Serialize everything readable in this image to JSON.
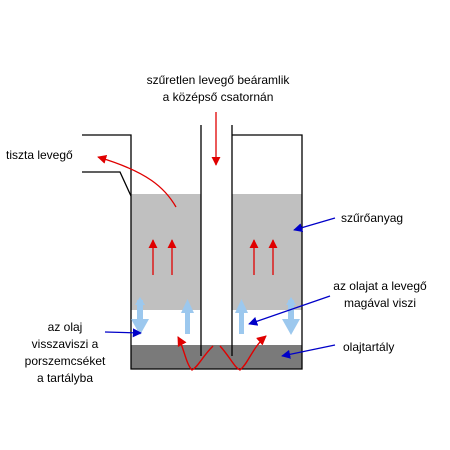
{
  "labels": {
    "inflow_line1": "szűretlen levegő beáramlik",
    "inflow_line2": "a középső csatornán",
    "clean_air": "tiszta levegő",
    "filter_material": "szűrőanyag",
    "oil_carried_line1": "az olajat a levegő",
    "oil_carried_line2": "magával viszi",
    "oil_returns_line1": "az olaj",
    "oil_returns_line2": "visszaviszi a",
    "oil_returns_line3": "porszemcséket",
    "oil_returns_line4": "a tartályba",
    "oil_tank": "olajtartály"
  },
  "colors": {
    "filter": "#c0c0c0",
    "oil": "#7a7a7a",
    "outline": "#000000",
    "air_arrow": "#e00000",
    "oil_arrow": "#9cc8ee",
    "pointer": "#0000c8"
  }
}
